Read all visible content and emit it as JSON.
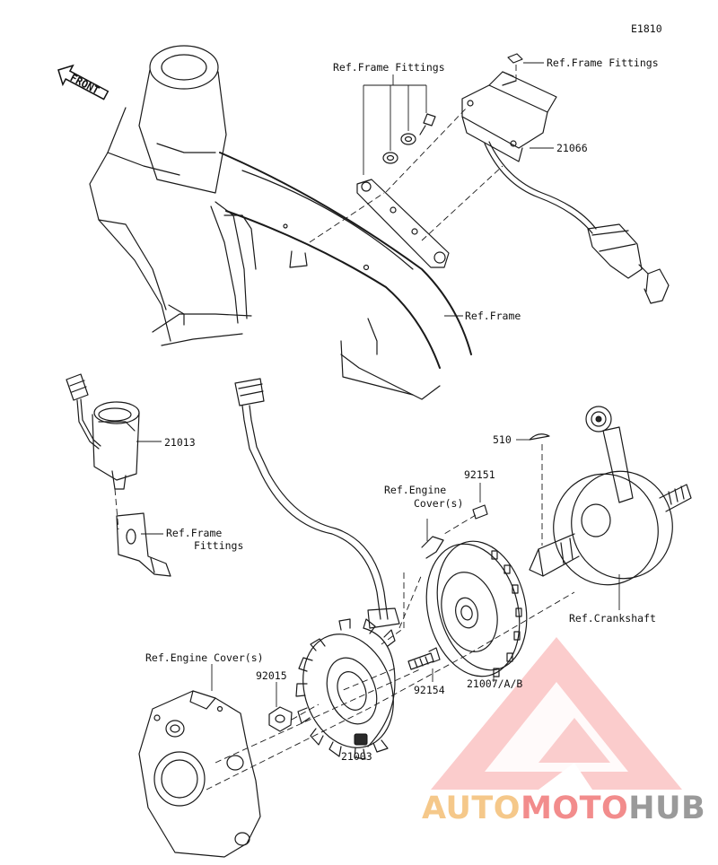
{
  "diagram_code": "E1810",
  "front_marker": "FRONT",
  "labels": {
    "ref_frame_fittings_top": "Ref.Frame Fittings",
    "ref_frame_fittings_right": "Ref.Frame Fittings",
    "part_21066": "21066",
    "ref_frame": "Ref.Frame",
    "part_21013": "21013",
    "ref_frame_fittings_left_line1": "Ref.Frame",
    "ref_frame_fittings_left_line2": "Fittings",
    "part_510": "510",
    "part_92151": "92151",
    "ref_engine_cover_mid_line1": "Ref.Engine",
    "ref_engine_cover_mid_line2": "Cover(s)",
    "ref_crankshaft": "Ref.Crankshaft",
    "ref_engine_cover_left": "Ref.Engine Cover(s)",
    "part_92015": "92015",
    "part_92154": "92154",
    "part_21007": "21007/A/B",
    "part_21003": "21003"
  },
  "watermark": {
    "auto": "AUTO",
    "moto": "MOTO",
    "hub": "HUB",
    "colors": {
      "auto": "#f5c88a",
      "moto": "#f28c8c",
      "hub": "#9a9a9a",
      "logo": "#f05555"
    }
  }
}
